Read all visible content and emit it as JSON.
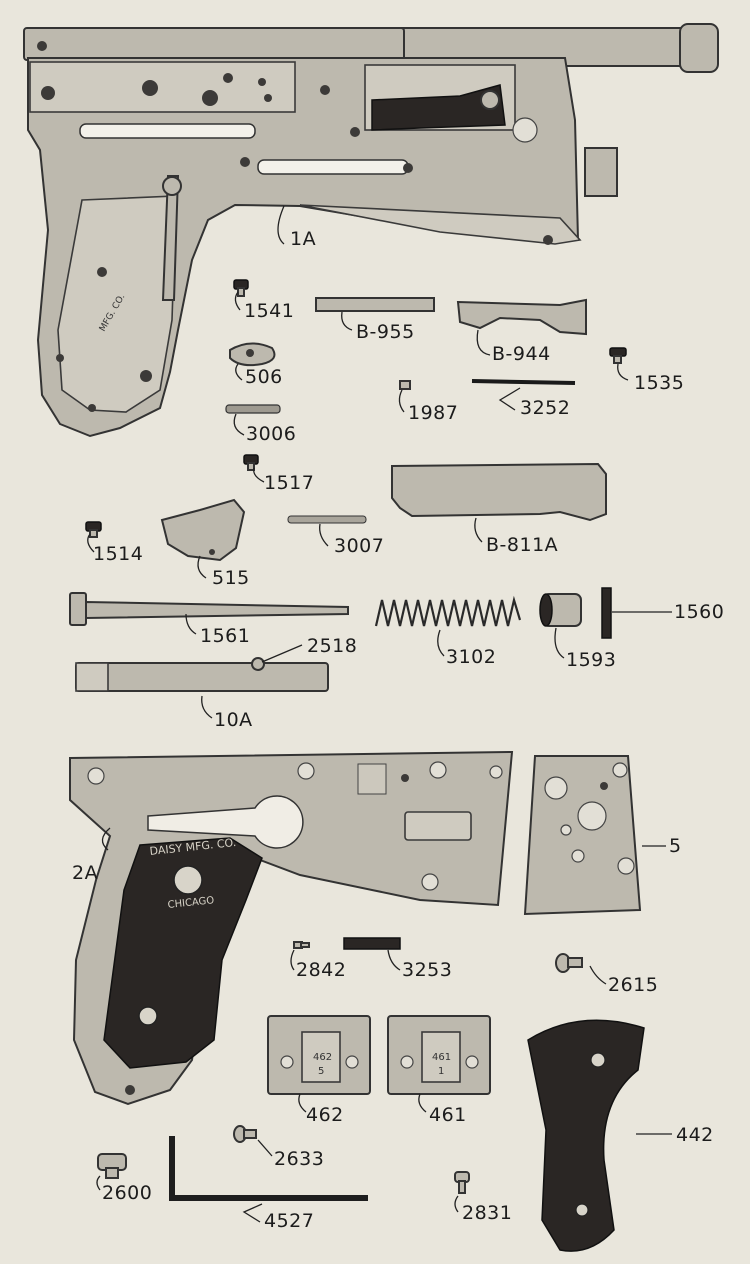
{
  "diagram": {
    "colors": {
      "paper": "#e9e6dc",
      "metal": "#bdb9ae",
      "grip": "#2a2624",
      "ink": "#1c1c1c"
    },
    "parts": [
      {
        "id": "1A",
        "label": "1A"
      },
      {
        "id": "1541",
        "label": "1541"
      },
      {
        "id": "B-955",
        "label": "B-955"
      },
      {
        "id": "B-944",
        "label": "B-944"
      },
      {
        "id": "506",
        "label": "506"
      },
      {
        "id": "1535",
        "label": "1535"
      },
      {
        "id": "1987",
        "label": "1987"
      },
      {
        "id": "3252",
        "label": "3252"
      },
      {
        "id": "3006",
        "label": "3006"
      },
      {
        "id": "1517",
        "label": "1517"
      },
      {
        "id": "B-811A",
        "label": "B-811A"
      },
      {
        "id": "1514",
        "label": "1514"
      },
      {
        "id": "3007",
        "label": "3007"
      },
      {
        "id": "515",
        "label": "515"
      },
      {
        "id": "1561",
        "label": "1561"
      },
      {
        "id": "2518",
        "label": "2518"
      },
      {
        "id": "3102",
        "label": "3102"
      },
      {
        "id": "1593",
        "label": "1593"
      },
      {
        "id": "1560",
        "label": "1560"
      },
      {
        "id": "10A",
        "label": "10A"
      },
      {
        "id": "2A",
        "label": "2A"
      },
      {
        "id": "5",
        "label": "5"
      },
      {
        "id": "2842",
        "label": "2842"
      },
      {
        "id": "3253",
        "label": "3253"
      },
      {
        "id": "2615",
        "label": "2615"
      },
      {
        "id": "462",
        "label": "462"
      },
      {
        "id": "461",
        "label": "461"
      },
      {
        "id": "442",
        "label": "442"
      },
      {
        "id": "2633",
        "label": "2633"
      },
      {
        "id": "2600",
        "label": "2600"
      },
      {
        "id": "4527",
        "label": "4527"
      },
      {
        "id": "2831",
        "label": "2831"
      }
    ],
    "stamps": {
      "grip_top": "DAISY MFG. CO.",
      "grip_bottom": "CHICAGO",
      "plate_462_a": "462",
      "plate_462_b": "5",
      "plate_461_a": "461",
      "plate_461_b": "1",
      "frame_stamp": "MFG. CO."
    }
  }
}
